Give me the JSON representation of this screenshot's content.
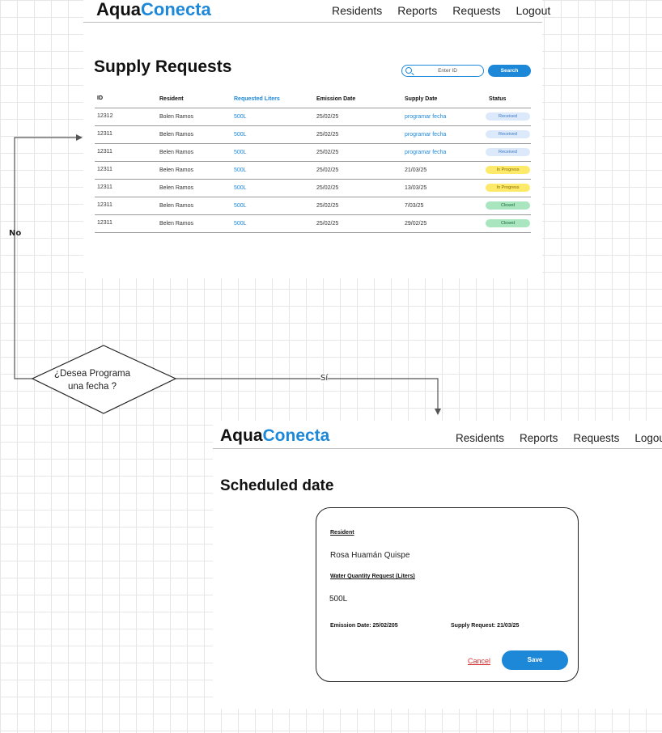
{
  "screen_list": {
    "logo": {
      "part1": "Aqua",
      "part2": "Conecta"
    },
    "nav": [
      "Residents",
      "Reports",
      "Requests",
      "Logout"
    ],
    "title": "Supply Requests",
    "search": {
      "placeholder": "Enter ID",
      "button": "Search"
    },
    "columns": [
      "ID",
      "Resident",
      "Requested Liters",
      "Emission Date",
      "Supply Date",
      "Status"
    ],
    "rows": [
      {
        "id": "12312",
        "resident": "Bolen Ramos",
        "liters": "500L",
        "emission": "25/02/25",
        "supply": "programar fecha",
        "supply_is_link": true,
        "status": "Received",
        "status_kind": "received"
      },
      {
        "id": "12311",
        "resident": "Belen Ramos",
        "liters": "500L",
        "emission": "25/02/25",
        "supply": "programar fecha",
        "supply_is_link": true,
        "status": "Received",
        "status_kind": "received"
      },
      {
        "id": "12311",
        "resident": "Belen Ramos",
        "liters": "500L",
        "emission": "25/02/25",
        "supply": "programar fecha",
        "supply_is_link": true,
        "status": "Received",
        "status_kind": "received"
      },
      {
        "id": "12311",
        "resident": "Belen Ramos",
        "liters": "500L",
        "emission": "25/02/25",
        "supply": "21/03/25",
        "supply_is_link": false,
        "status": "In Progress",
        "status_kind": "progress"
      },
      {
        "id": "12311",
        "resident": "Belen Ramos",
        "liters": "500L",
        "emission": "25/02/25",
        "supply": "13/03/25",
        "supply_is_link": false,
        "status": "In Progress",
        "status_kind": "progress"
      },
      {
        "id": "12311",
        "resident": "Belen Ramos",
        "liters": "500L",
        "emission": "25/02/25",
        "supply": "7/03/25",
        "supply_is_link": false,
        "status": "Closed",
        "status_kind": "closed"
      },
      {
        "id": "12311",
        "resident": "Belen Ramos",
        "liters": "500L",
        "emission": "25/02/25",
        "supply": "29/02/25",
        "supply_is_link": false,
        "status": "Closed",
        "status_kind": "closed"
      }
    ]
  },
  "screen_schedule": {
    "logo": {
      "part1": "Aqua",
      "part2": "Conecta"
    },
    "nav": [
      "Residents",
      "Reports",
      "Requests",
      "Logout"
    ],
    "title": "Scheduled date",
    "resident_label": "Resident",
    "resident_value": "Rosa Huamán Quispe",
    "quantity_label": "Water Quantity Request  (Liters)",
    "quantity_value": "500L",
    "emission_text": "Emission Date: 25/02/205",
    "supply_text": "Supply Request: 21/03/25",
    "cancel": "Cancel",
    "save": "Save"
  },
  "flow": {
    "decision": "¿Desea Programa una fecha ?",
    "no_label": "No",
    "yes_label": "Sí"
  },
  "colors": {
    "brand_blue": "#1e88d8",
    "received_bg": "#dbe9fb",
    "progress_bg": "#fde96a",
    "closed_bg": "#a9e6c0",
    "cancel_red": "#d32f2f"
  }
}
